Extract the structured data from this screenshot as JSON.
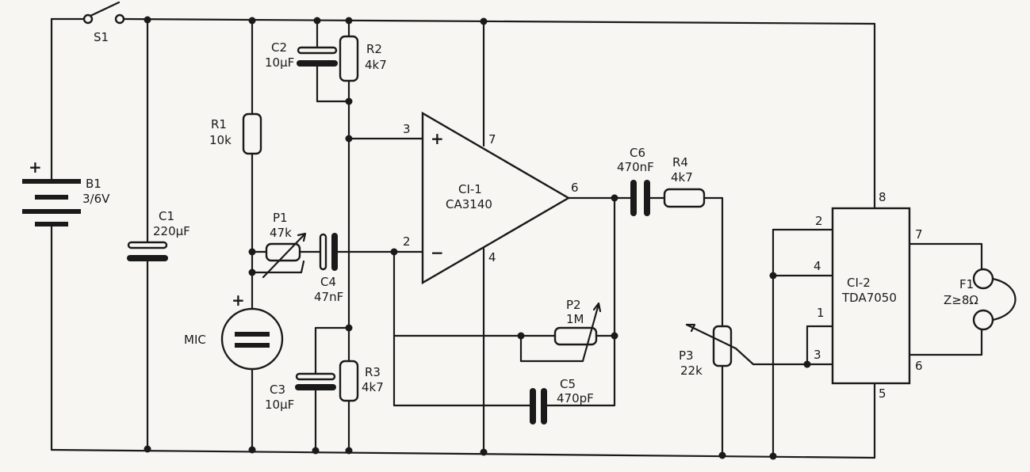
{
  "components": {
    "s1": {
      "name": "S1"
    },
    "b1": {
      "name": "B1",
      "value": "3/6V"
    },
    "c1": {
      "name": "C1",
      "value": "220µF"
    },
    "c2": {
      "name": "C2",
      "value": "10µF"
    },
    "c3": {
      "name": "C3",
      "value": "10µF"
    },
    "c4": {
      "name": "C4",
      "value": "47nF"
    },
    "c5": {
      "name": "C5",
      "value": "470pF"
    },
    "c6": {
      "name": "C6",
      "value": "470nF"
    },
    "r1": {
      "name": "R1",
      "value": "10k"
    },
    "r2": {
      "name": "R2",
      "value": "4k7"
    },
    "r3": {
      "name": "R3",
      "value": "4k7"
    },
    "r4": {
      "name": "R4",
      "value": "4k7"
    },
    "p1": {
      "name": "P1",
      "value": "47k"
    },
    "p2": {
      "name": "P2",
      "value": "1M"
    },
    "p3": {
      "name": "P3",
      "value": "22k"
    },
    "mic": {
      "name": "MIC"
    },
    "ci1": {
      "name": "CI-1",
      "value": "CA3140",
      "pins": {
        "p3": "3",
        "p2": "2",
        "p7": "7",
        "p4": "4",
        "p6": "6"
      }
    },
    "ci2": {
      "name": "CI-2",
      "value": "TDA7050",
      "pins": {
        "p2": "2",
        "p4": "4",
        "p1": "1",
        "p3": "3",
        "p8": "8",
        "p7": "7",
        "p6": "6",
        "p5": "5"
      }
    },
    "f1": {
      "name": "F1",
      "value": "Z≥8Ω"
    }
  },
  "symbols": {
    "plus": "+",
    "minus": "−"
  }
}
